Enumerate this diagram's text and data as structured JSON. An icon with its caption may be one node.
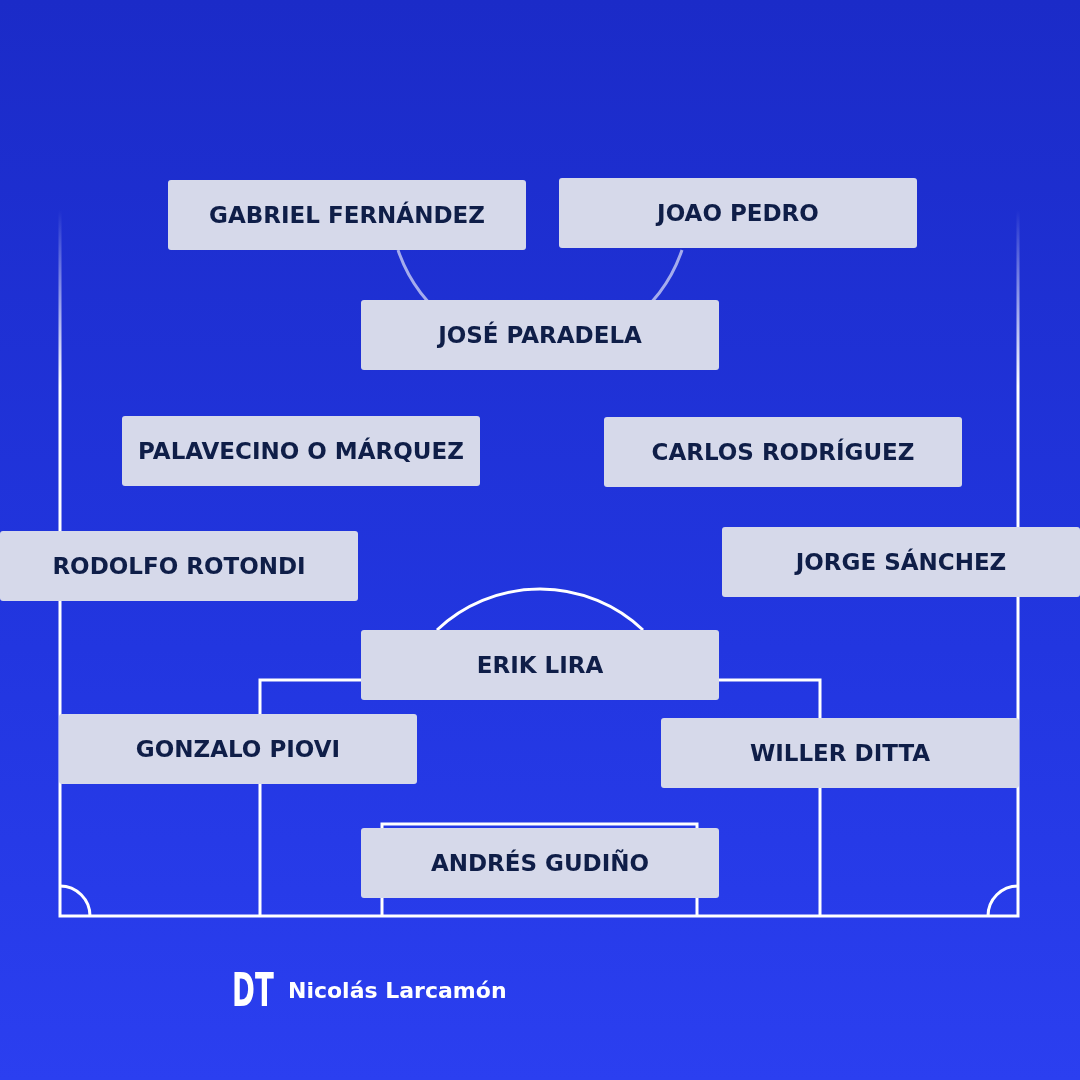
{
  "diagram": {
    "nodes": [
      {
        "text": [
          "GABRIEL FERNÁNDEZ"
        ]
      },
      {
        "text": [
          "JOAO PEDRO"
        ]
      },
      {
        "text": [
          "JOSÉ PARADELA"
        ]
      },
      {
        "text": [
          "PALAVECINO O MÁRQUEZ"
        ]
      },
      {
        "text": [
          "CARLOS RODRÍGUEZ"
        ]
      },
      {
        "text": [
          "RODOLFO ROTONDI"
        ]
      },
      {
        "text": [
          "JORGE SÁNCHEZ"
        ]
      },
      {
        "text": [
          "ERIK LIRA"
        ]
      },
      {
        "text": [
          "GONZALO PIOVI"
        ]
      },
      {
        "text": [
          "WILLER DITTA"
        ]
      },
      {
        "text": [
          "ANDRÉS GUDIÑO"
        ]
      }
    ],
    "labels": [
      "DT",
      "Nicolás Larcamón"
    ]
  }
}
